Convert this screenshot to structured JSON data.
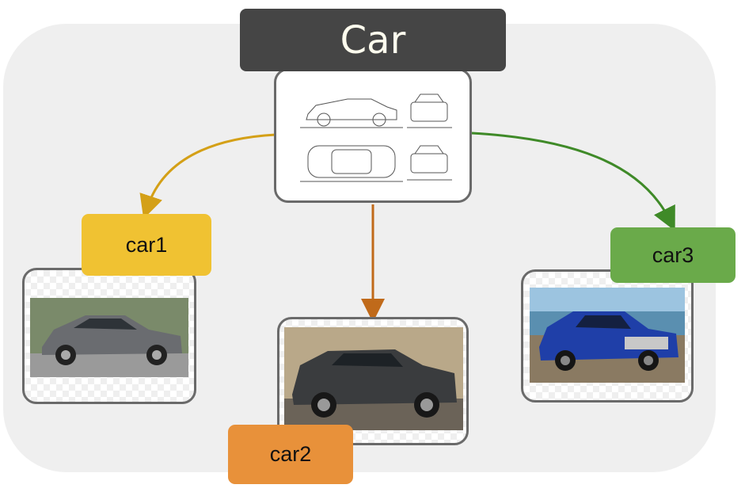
{
  "title": "Car",
  "nodes": [
    {
      "id": "car1",
      "label": "car1",
      "color": "#f0c232",
      "image": "gray-sedan-photo"
    },
    {
      "id": "car2",
      "label": "car2",
      "color": "#e8913a",
      "image": "dark-suv-photo"
    },
    {
      "id": "car3",
      "label": "car3",
      "color": "#6aaa4a",
      "image": "blue-sedan-photo"
    }
  ],
  "root_image": "car-blueprint-drawing",
  "edge_colors": {
    "car1": "#d4a017",
    "car2": "#c06a1a",
    "car3": "#3f8a28"
  }
}
